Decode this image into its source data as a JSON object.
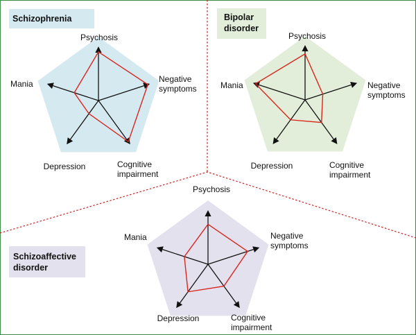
{
  "colors": {
    "frame": "#3f8f4b",
    "divider": "#cc1f1f",
    "profile": "#d8251b",
    "axis": "#111111"
  },
  "panels": [
    {
      "id": "schizophrenia",
      "title_lines": [
        "Schizophrenia"
      ],
      "title_bg": "#d5e9f1",
      "pentagon_fill": "#d5e9f1",
      "axes": [
        {
          "label_lines": [
            "Psychosis"
          ],
          "value": 0.9
        },
        {
          "label_lines": [
            "Negative",
            "symptoms"
          ],
          "value": 0.96
        },
        {
          "label_lines": [
            "Cognitive",
            "impairment"
          ],
          "value": 0.94
        },
        {
          "label_lines": [
            "Depression"
          ],
          "value": 0.3
        },
        {
          "label_lines": [
            "Mania"
          ],
          "value": 0.47
        }
      ]
    },
    {
      "id": "bipolar",
      "title_lines": [
        "Bipolar",
        "disorder"
      ],
      "title_bg": "#e2eed9",
      "pentagon_fill": "#e2eed9",
      "axes": [
        {
          "label_lines": [
            "Psychosis"
          ],
          "value": 0.84
        },
        {
          "label_lines": [
            "Negative",
            "symptoms"
          ],
          "value": 0.34
        },
        {
          "label_lines": [
            "Cognitive",
            "impairment"
          ],
          "value": 0.51
        },
        {
          "label_lines": [
            "Depression"
          ],
          "value": 0.45
        },
        {
          "label_lines": [
            "Mania"
          ],
          "value": 0.95
        }
      ]
    },
    {
      "id": "schizoaffective",
      "title_lines": [
        "Schizoaffective",
        "disorder"
      ],
      "title_bg": "#e4e1ef",
      "pentagon_fill": "#e4e1ef",
      "axes": [
        {
          "label_lines": [
            "Psychosis"
          ],
          "value": 0.74
        },
        {
          "label_lines": [
            "Negative",
            "symptoms"
          ],
          "value": 0.77
        },
        {
          "label_lines": [
            "Cognitive",
            "impairment"
          ],
          "value": 0.5
        },
        {
          "label_lines": [
            "Depression"
          ],
          "value": 0.63
        },
        {
          "label_lines": [
            "Mania"
          ],
          "value": 0.46
        }
      ]
    }
  ]
}
